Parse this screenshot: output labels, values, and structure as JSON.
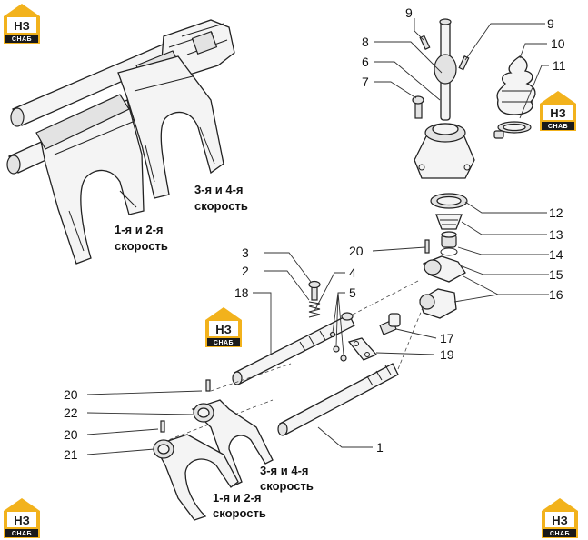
{
  "logo": {
    "top_text": "НЗ",
    "bottom_text": "СНАБ",
    "color": "#f2b21c"
  },
  "captions": {
    "fork34_top": [
      "3-я и 4-я",
      "скорость"
    ],
    "fork12_top": [
      "1-я и 2-я",
      "скорость"
    ],
    "fork34_bottom": [
      "3-я и 4-я",
      "скорость"
    ],
    "fork12_bottom": [
      "1-я и 2-я",
      "скорость"
    ]
  },
  "callouts": {
    "c9a": "9",
    "c9b": "9",
    "c8": "8",
    "c10": "10",
    "c6": "6",
    "c11": "11",
    "c7": "7",
    "c12": "12",
    "c13": "13",
    "c20a": "20",
    "c14": "14",
    "c3": "3",
    "c15": "15",
    "c2": "2",
    "c4": "4",
    "c16": "16",
    "c18": "18",
    "c5": "5",
    "c17": "17",
    "c19": "19",
    "c20b": "20",
    "c22": "22",
    "c20c": "20",
    "c1": "1",
    "c21": "21"
  }
}
